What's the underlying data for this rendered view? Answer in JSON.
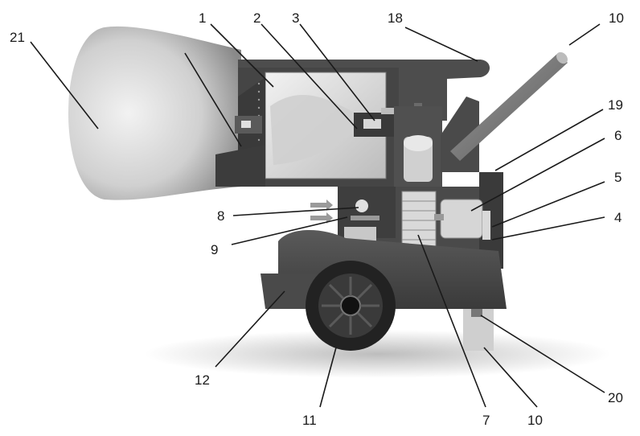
{
  "callouts": {
    "c1": "1",
    "c2": "2",
    "c3": "3",
    "c4": "4",
    "c5": "5",
    "c6": "6",
    "c7": "7",
    "c8": "8",
    "c9": "9",
    "c10_top": "10",
    "c10_bottom": "10",
    "c11": "11",
    "c12": "12",
    "c18": "18",
    "c19": "19",
    "c20": "20",
    "c21": "21"
  },
  "colors": {
    "body": "#4a4a4a",
    "body_dark": "#2e2e2e",
    "panel_light": "#d8d8d8",
    "interior": "#e6e6e6",
    "flame": "#cfcfcf",
    "wheel": "#222222",
    "line": "#1a1a1a"
  }
}
